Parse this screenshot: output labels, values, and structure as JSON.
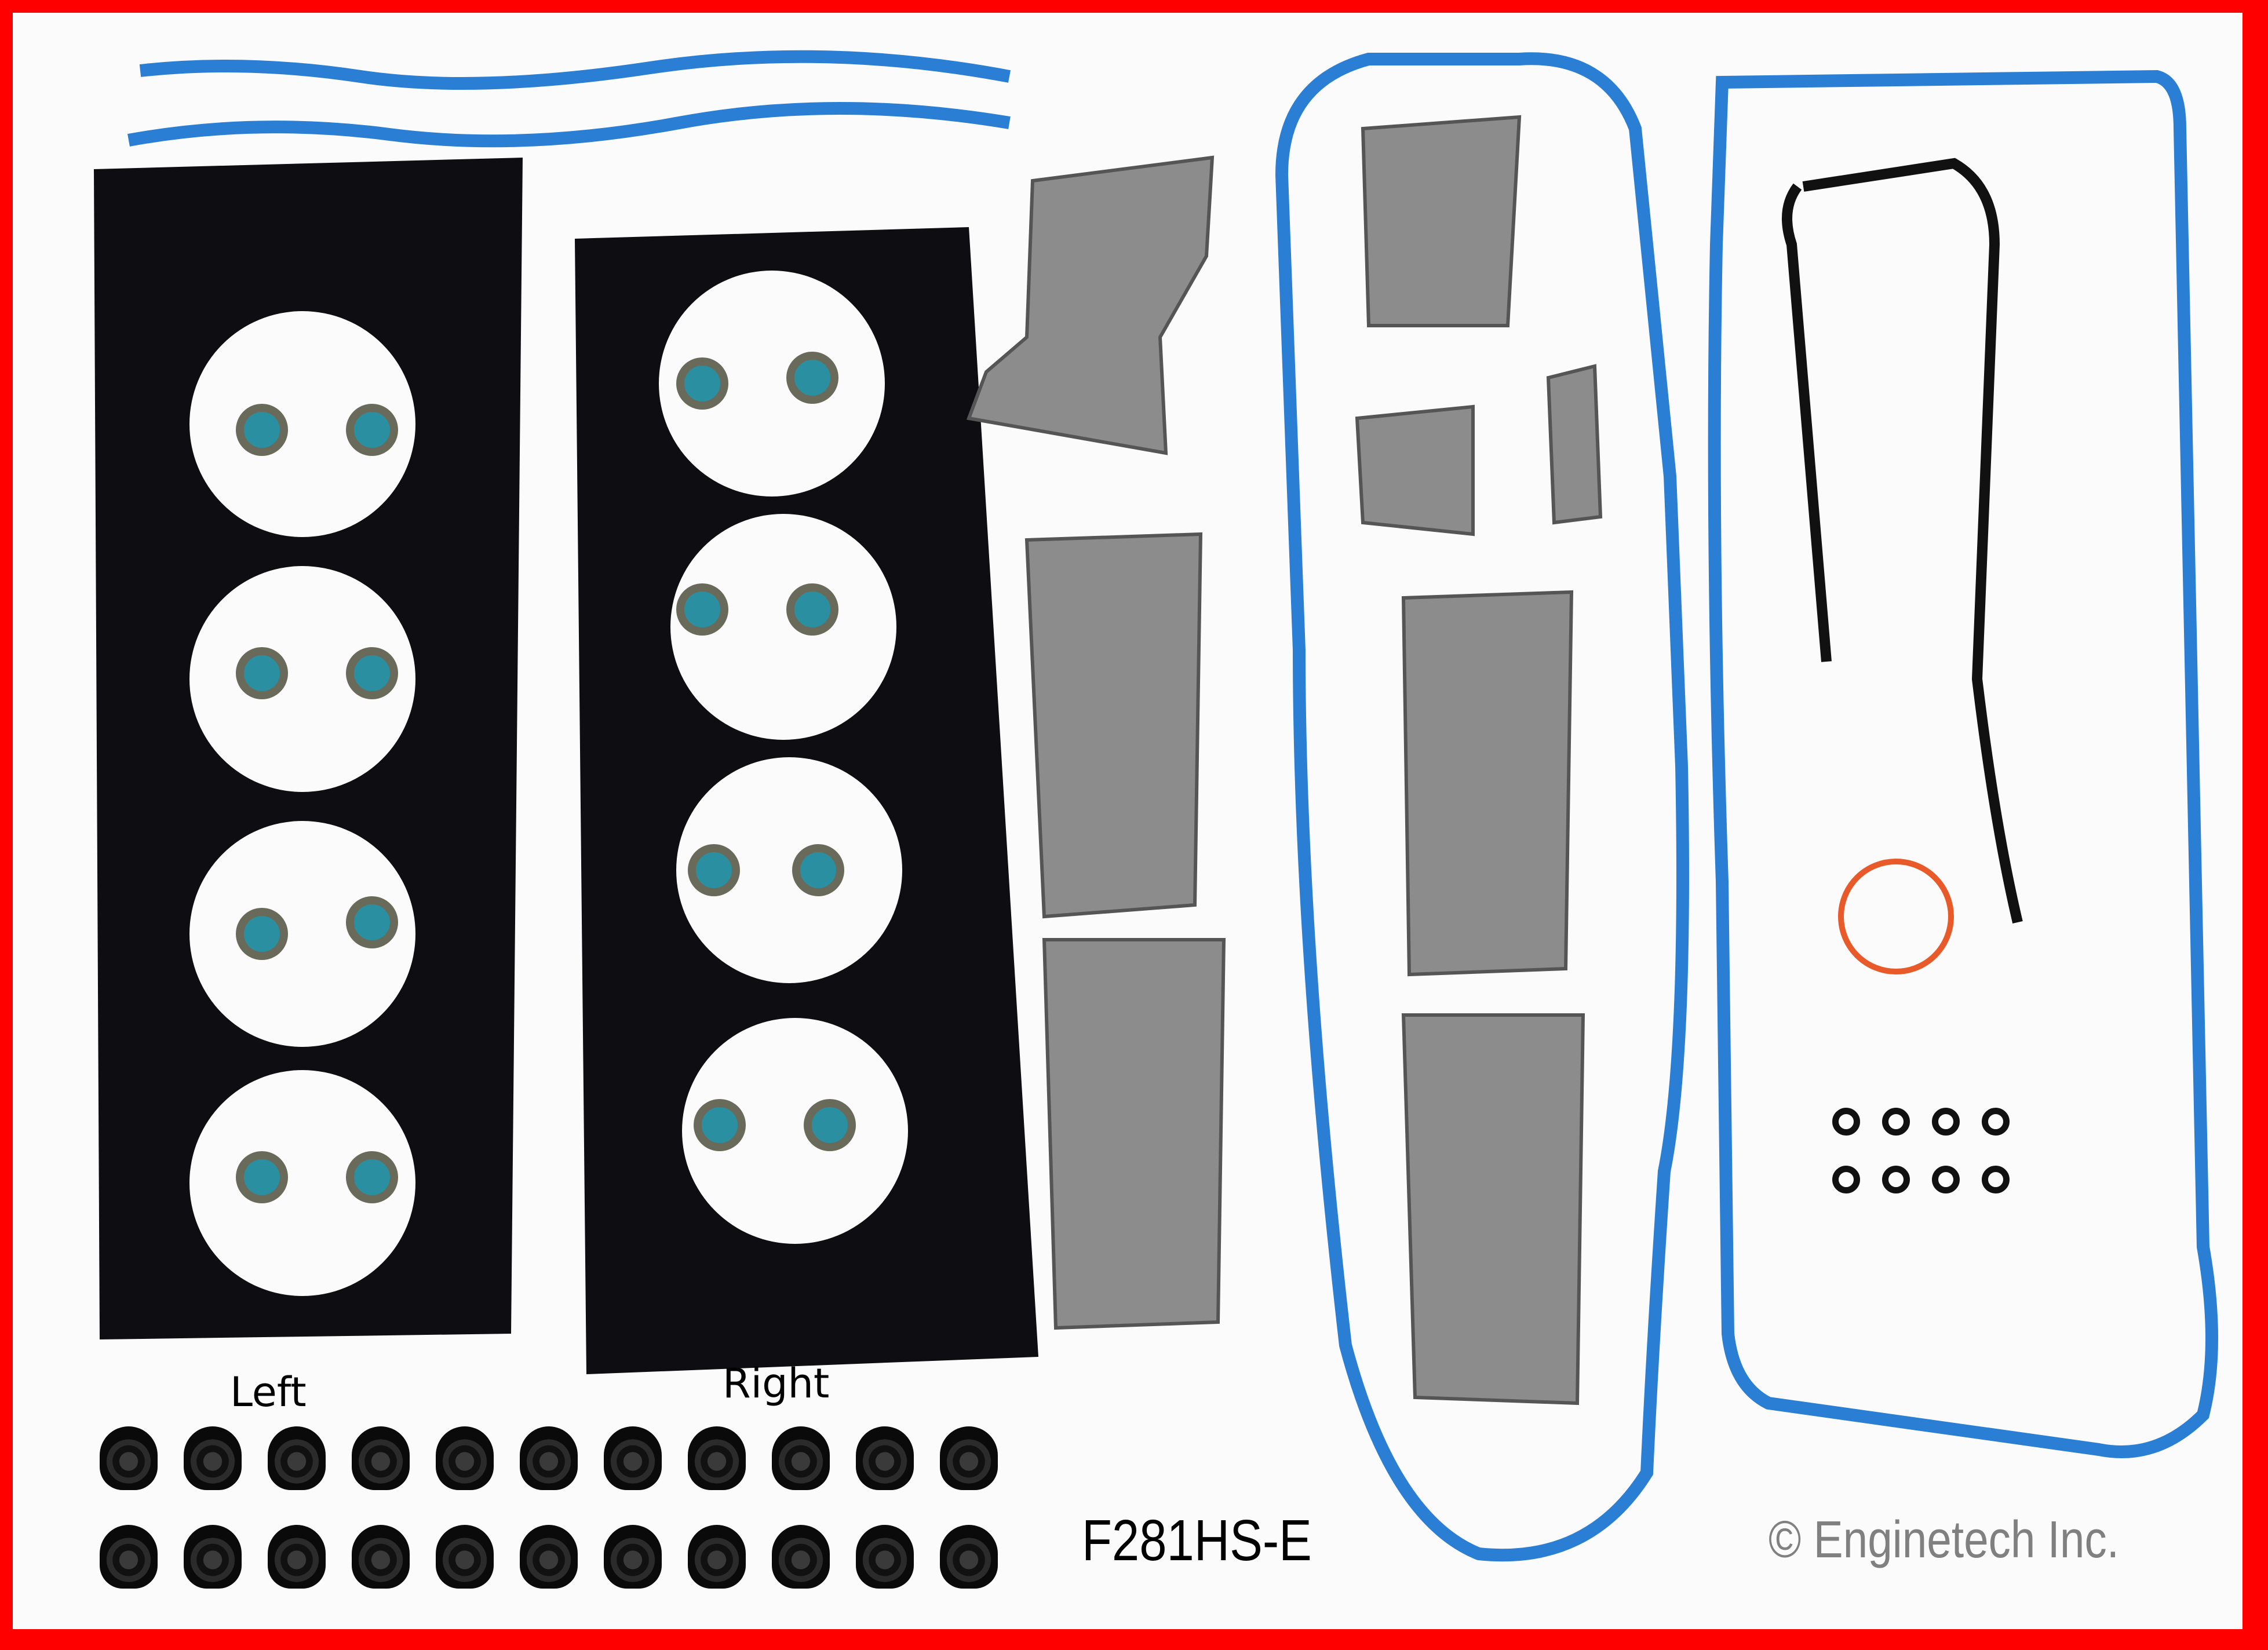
{
  "product": {
    "part_number": "F281HS-E",
    "copyright": "© Enginetech Inc.",
    "labels": {
      "left": "Left",
      "right": "Right"
    }
  },
  "colors": {
    "frame": "#ff0000",
    "background": "#fbfbfb",
    "blue_gasket": "#2a7fd4",
    "black_gasket": "#111111",
    "valve_seal": "#2a8fa0",
    "graphite_gasket": "#8c8c8c",
    "orange_oring": "#e85a2a"
  },
  "components": [
    {
      "name": "head-gasket-left",
      "count": 1
    },
    {
      "name": "head-gasket-right",
      "count": 1
    },
    {
      "name": "valve-stem-seal",
      "count": 16
    },
    {
      "name": "valve-cover-seal-grommet",
      "count": 22
    },
    {
      "name": "exhaust-manifold-gasket",
      "count": 4
    },
    {
      "name": "throttle-body-gasket",
      "count": 1
    },
    {
      "name": "intake-gasket",
      "count": 1
    },
    {
      "name": "egr-gasket",
      "count": 2
    },
    {
      "name": "valve-cover-gasket-blue",
      "count": 2
    },
    {
      "name": "timing-cover-gasket-black",
      "count": 1
    },
    {
      "name": "small-o-ring",
      "count": 8
    },
    {
      "name": "orange-o-ring",
      "count": 1
    },
    {
      "name": "blue-strip-seal",
      "count": 2
    }
  ]
}
